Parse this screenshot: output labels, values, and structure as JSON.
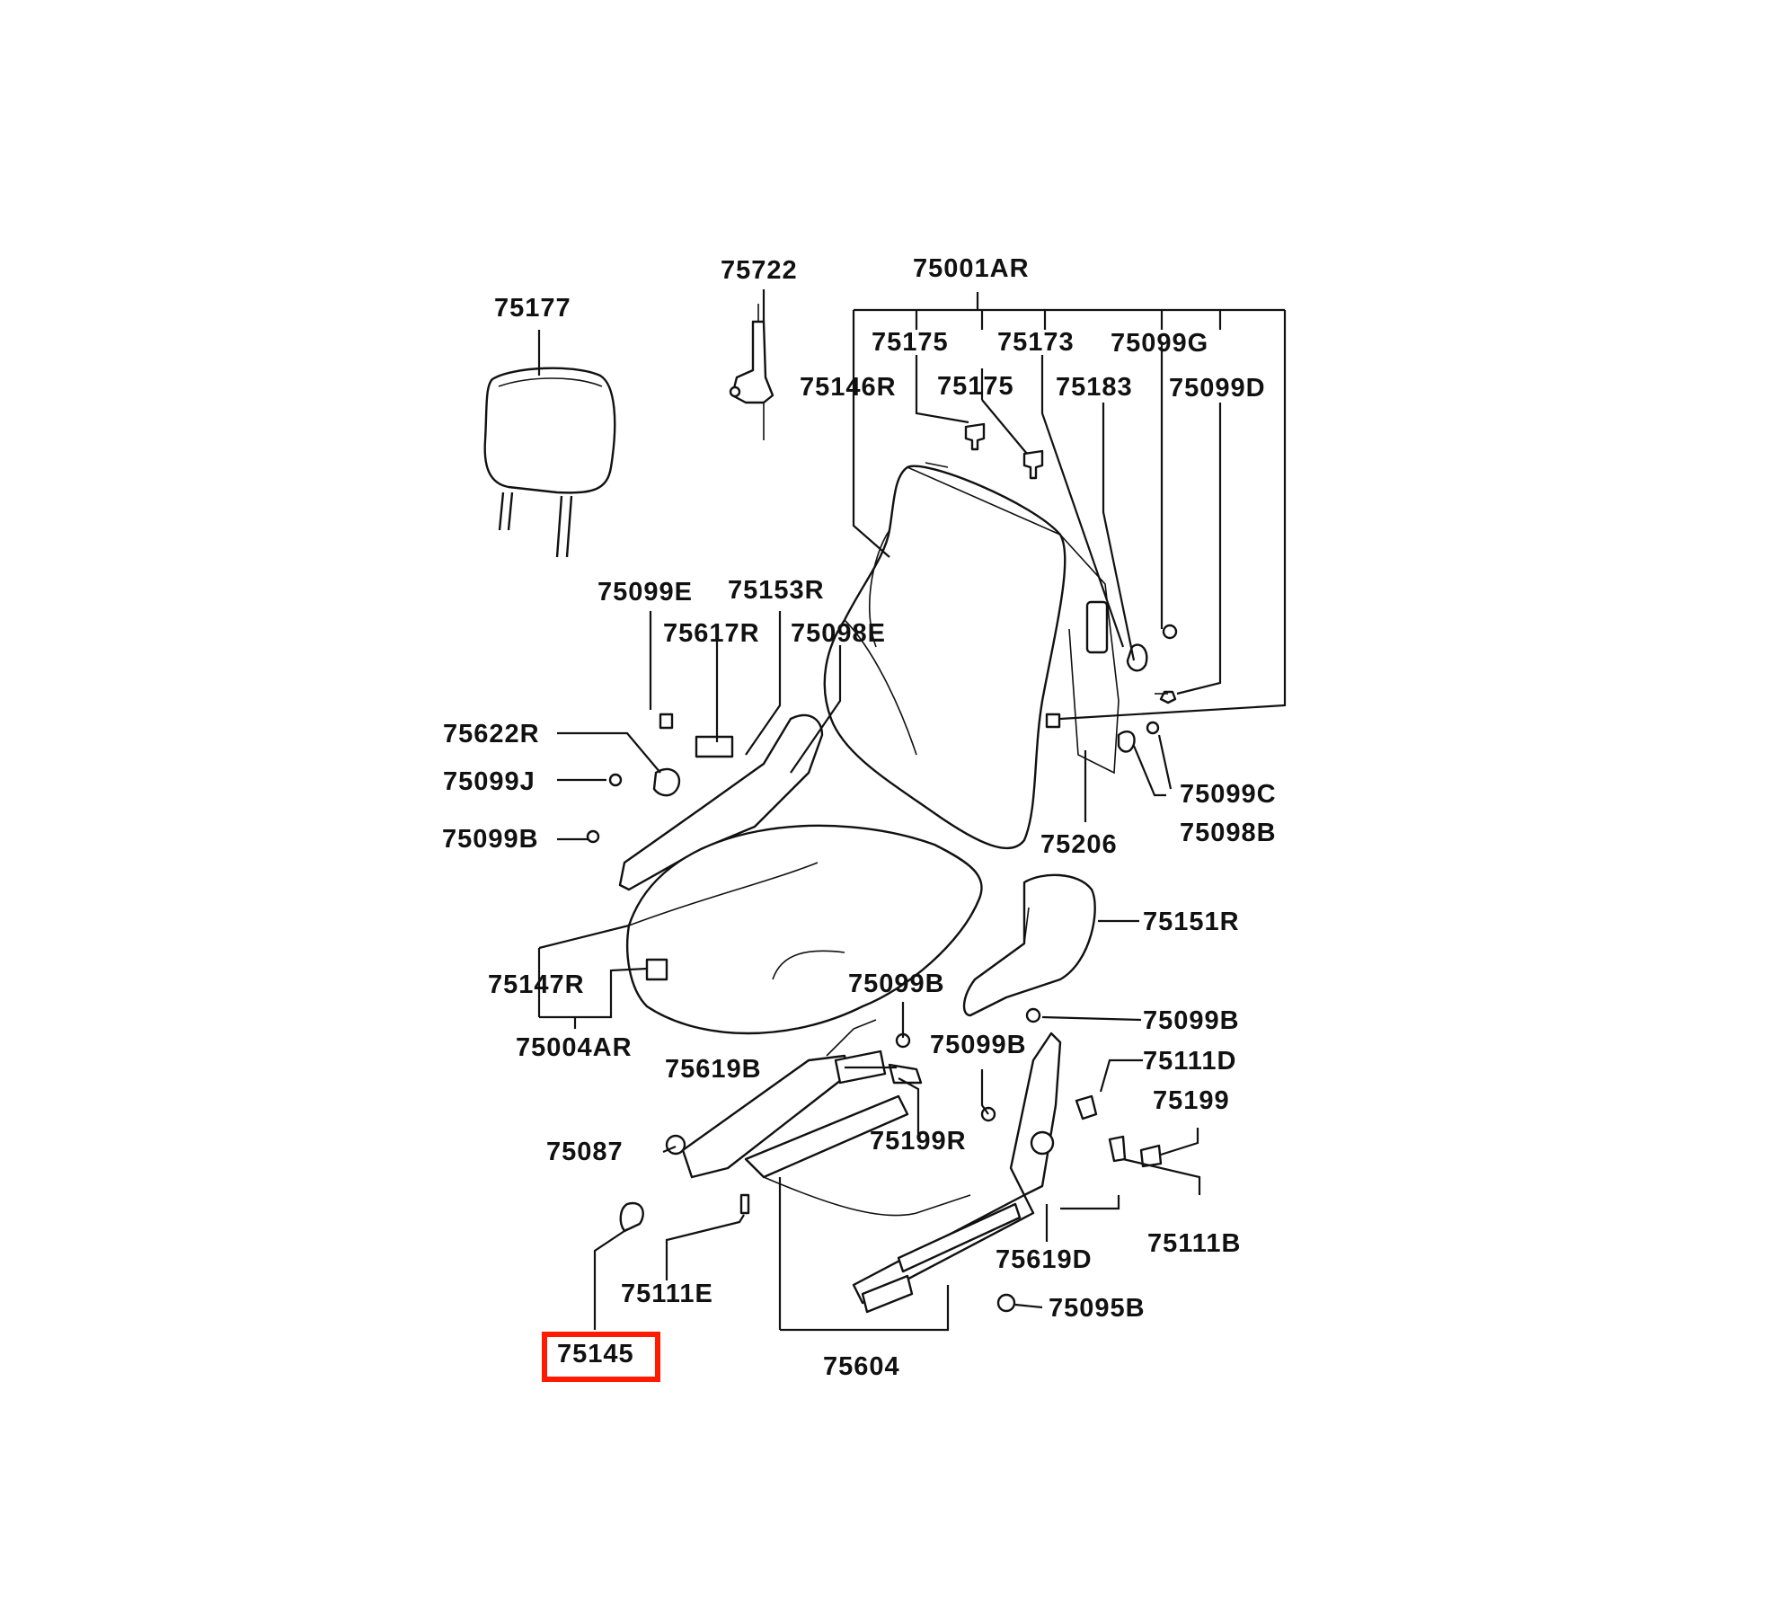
{
  "highlight_color": "#ff1a00",
  "highlighted_part": "75145",
  "labels": {
    "l75177": "75177",
    "l75722": "75722",
    "l75001AR": "75001AR",
    "l75175a": "75175",
    "l75173": "75173",
    "l75099G": "75099G",
    "l75146R": "75146R",
    "l75175b": "75175",
    "l75183": "75183",
    "l75099D": "75099D",
    "l75099E": "75099E",
    "l75153R": "75153R",
    "l75617R": "75617R",
    "l75098E": "75098E",
    "l75622R": "75622R",
    "l75099J": "75099J",
    "l75099Ba": "75099B",
    "l75099C": "75099C",
    "l75098B": "75098B",
    "l75206": "75206",
    "l75151R": "75151R",
    "l75147R": "75147R",
    "l75099Bb": "75099B",
    "l75004AR": "75004AR",
    "l75099Bc": "75099B",
    "l75099Bd": "75099B",
    "l75111D": "75111D",
    "l75619B": "75619B",
    "l75199": "75199",
    "l75087": "75087",
    "l75199R": "75199R",
    "l75111B": "75111B",
    "l75619D": "75619D",
    "l75111E": "75111E",
    "l75095B": "75095B",
    "l75145": "75145",
    "l75604": "75604"
  }
}
